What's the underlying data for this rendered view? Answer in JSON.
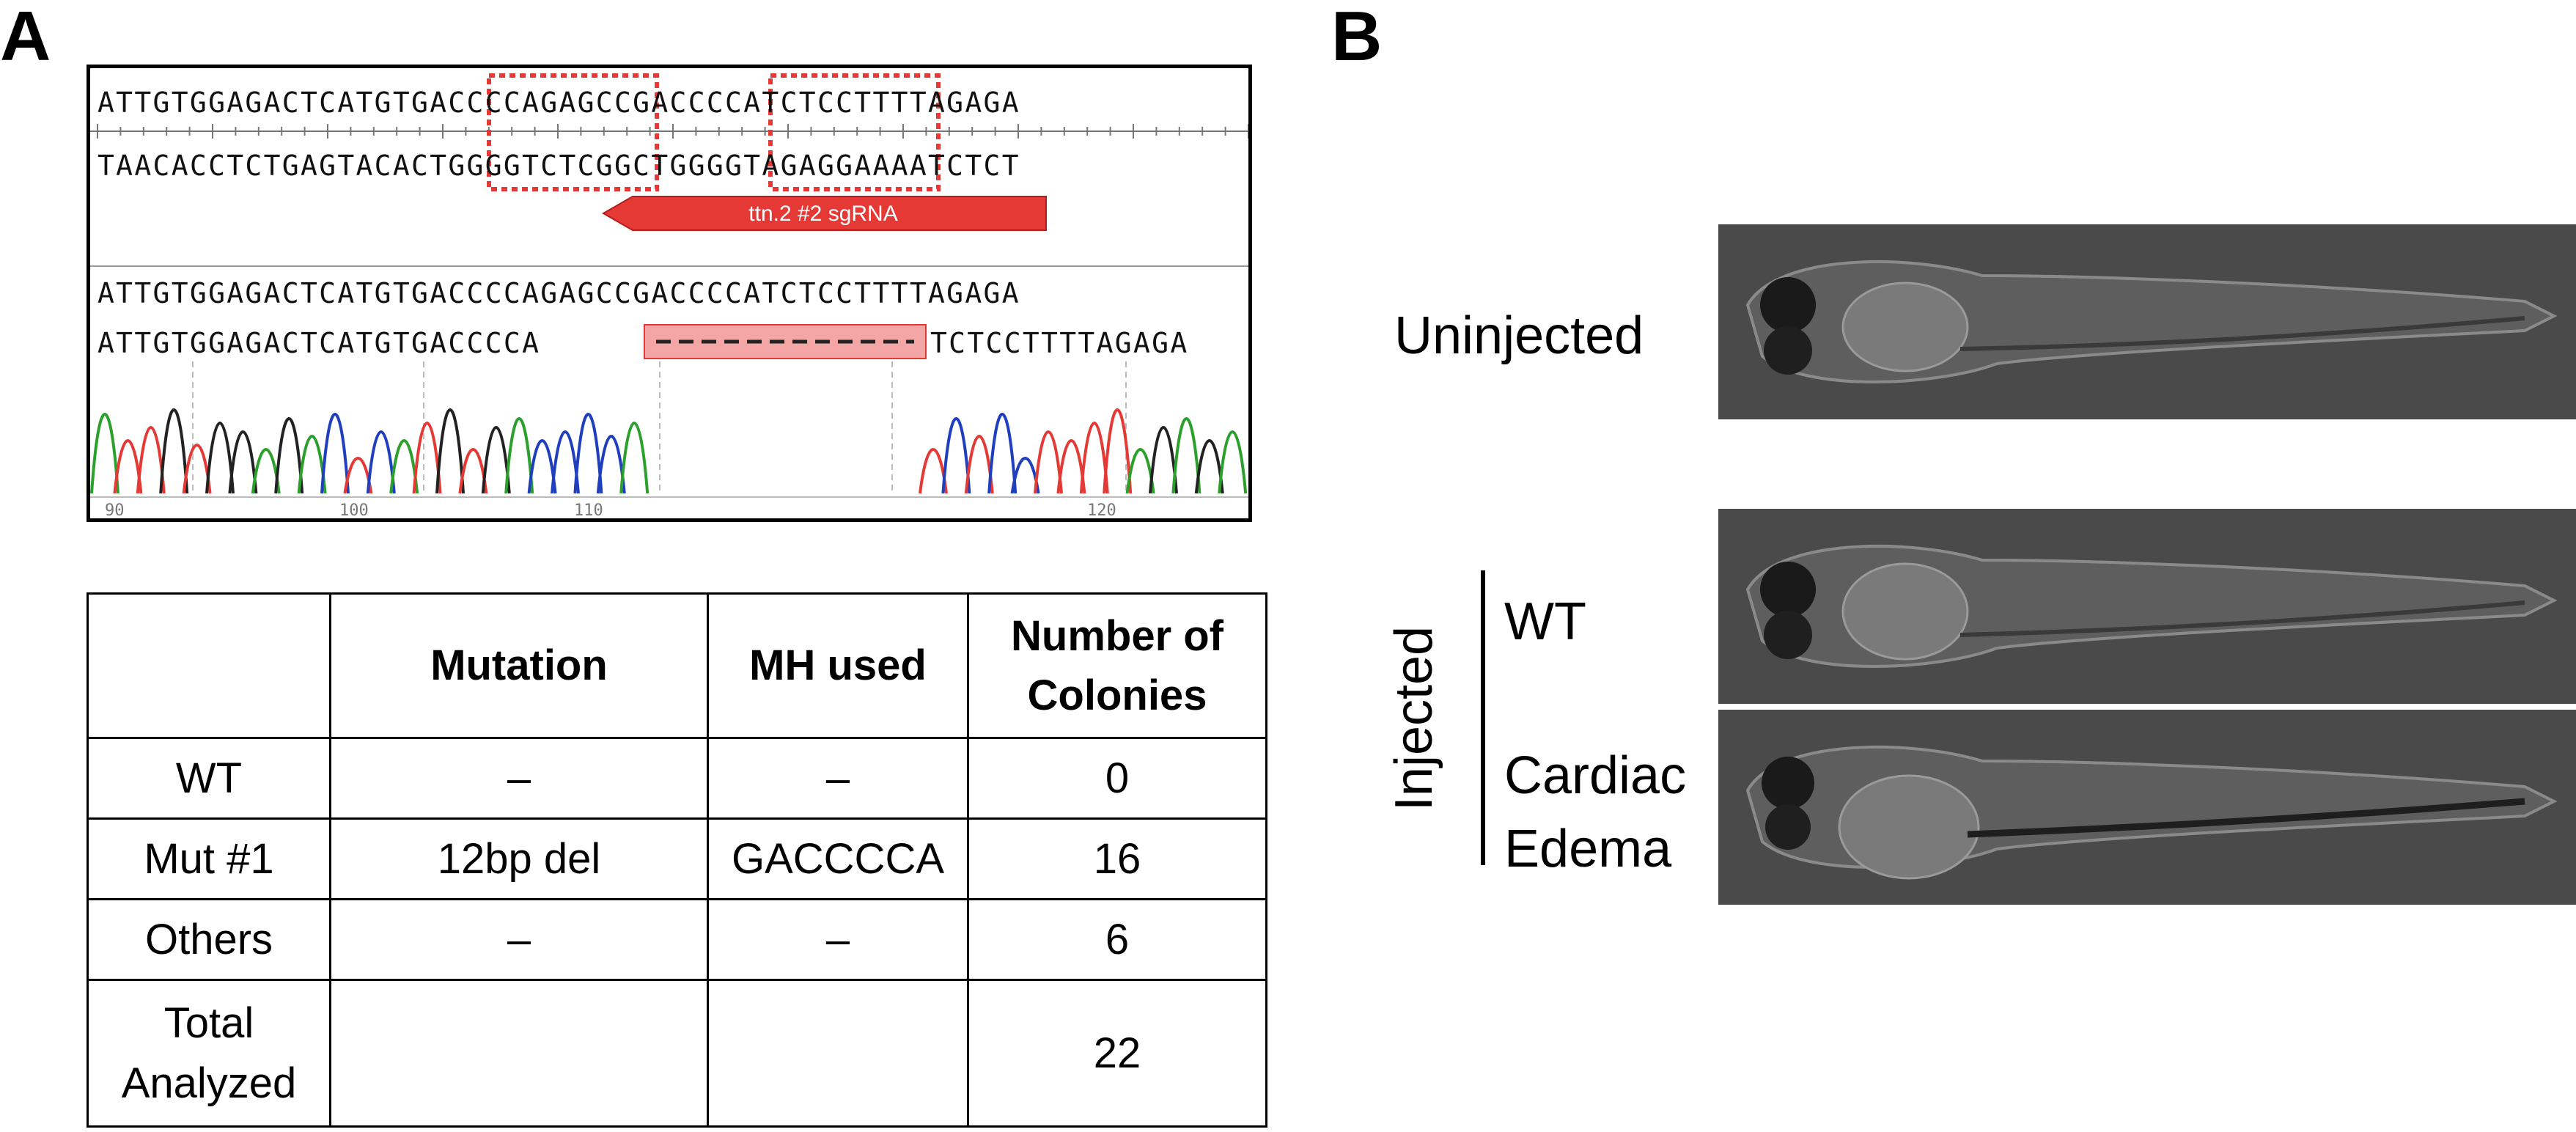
{
  "panel_a": {
    "letter": "A",
    "seq_top": "ATTGTGGAGACTCATGTGACCCCAGAGCCGACCCCATCTCCTTTTAGAGA",
    "seq_bottom_complement": "TAACACCTCTGAGTACACTGGGGTCTCGGCTGGGGTAGAGGAAAATCTCT",
    "sgrna_label": "ttn.2 #2 sgRNA",
    "ref_seq": "ATTGTGGAGACTCATGTGACCCCAGAGCCGACCCCATCTCCTTTTAGAGA",
    "mut_seq_left": "ATTGTGGAGACTCATGTGACCCCA",
    "mut_seq_right": "TCTCCTTTTAGAGA",
    "ruler": [
      "90",
      "100",
      "110",
      "120"
    ],
    "colors": {
      "sgrna": "#e53935",
      "deletion_fill": "#f4a6a6",
      "box": "#e53935"
    }
  },
  "table": {
    "headers": [
      "",
      "Mutation",
      "MH used",
      "Number of Colonies"
    ],
    "rows": [
      {
        "label": "WT",
        "mutation": "–",
        "mh": "–",
        "colonies": "0"
      },
      {
        "label": "Mut #1",
        "mutation": "12bp del",
        "mh": "GACCCCA",
        "colonies": "16"
      },
      {
        "label": "Others",
        "mutation": "–",
        "mh": "–",
        "colonies": "6"
      },
      {
        "label": "Total Analyzed",
        "mutation": "",
        "mh": "",
        "colonies": "22"
      }
    ]
  },
  "panel_b": {
    "letter": "B",
    "uninjected_label": "Uninjected",
    "injected_label": "Injected",
    "wt_label": "WT",
    "cardiac_label": "Cardiac",
    "edema_label": "Edema"
  }
}
